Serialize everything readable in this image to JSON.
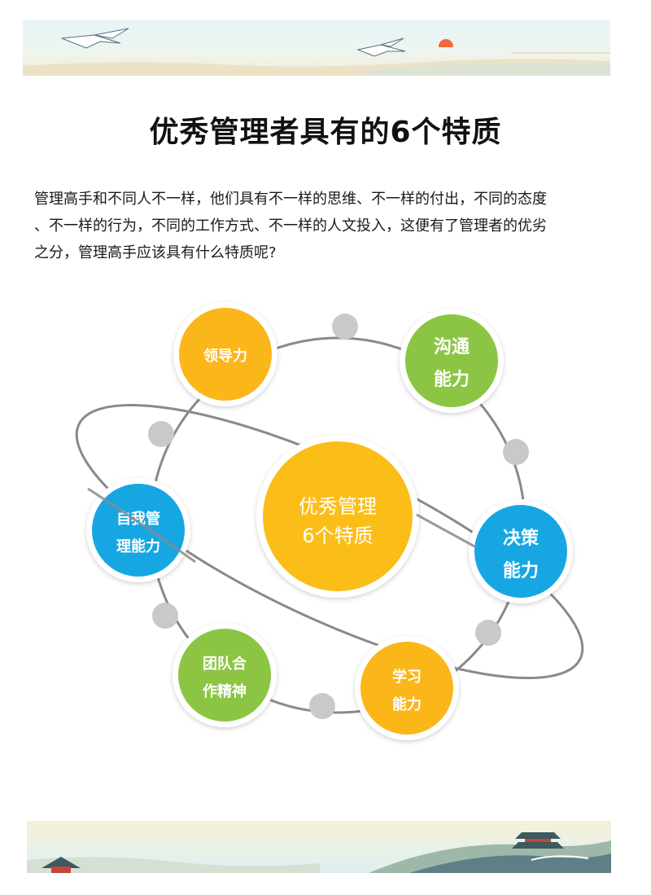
{
  "title": "优秀管理者具有的6个特质",
  "intro_lines": [
    "管理高手和不同人不一样，他们具有不一样的思维、不一样的付出，不同的态度",
    "、不一样的行为，不同的工作方式、不一样的人文投入，这便有了管理者的优劣",
    "之分，管理高手应该具有什么特质呢?"
  ],
  "center": {
    "line1": "优秀管理",
    "line2": "6个特质",
    "color": "#FBBD18"
  },
  "nodes": [
    {
      "id": "leadership",
      "lines": [
        "领导力"
      ],
      "color": "#FBB61A"
    },
    {
      "id": "communication",
      "lines": [
        "沟通",
        "能力"
      ],
      "color": "#8CC544"
    },
    {
      "id": "decision",
      "lines": [
        "决策",
        "能力"
      ],
      "color": "#16A7E2"
    },
    {
      "id": "learning",
      "lines": [
        "学习",
        "能力"
      ],
      "color": "#FBB61A"
    },
    {
      "id": "teamwork",
      "lines": [
        "团队合",
        "作精神"
      ],
      "color": "#8CC544"
    },
    {
      "id": "self-management",
      "lines": [
        "自我管",
        "理能力"
      ],
      "color": "#16A7E2"
    }
  ],
  "colors": {
    "orbit": "#8a8a8a",
    "dot": "#c9c9c9",
    "text_on_node": "#ffffff"
  }
}
